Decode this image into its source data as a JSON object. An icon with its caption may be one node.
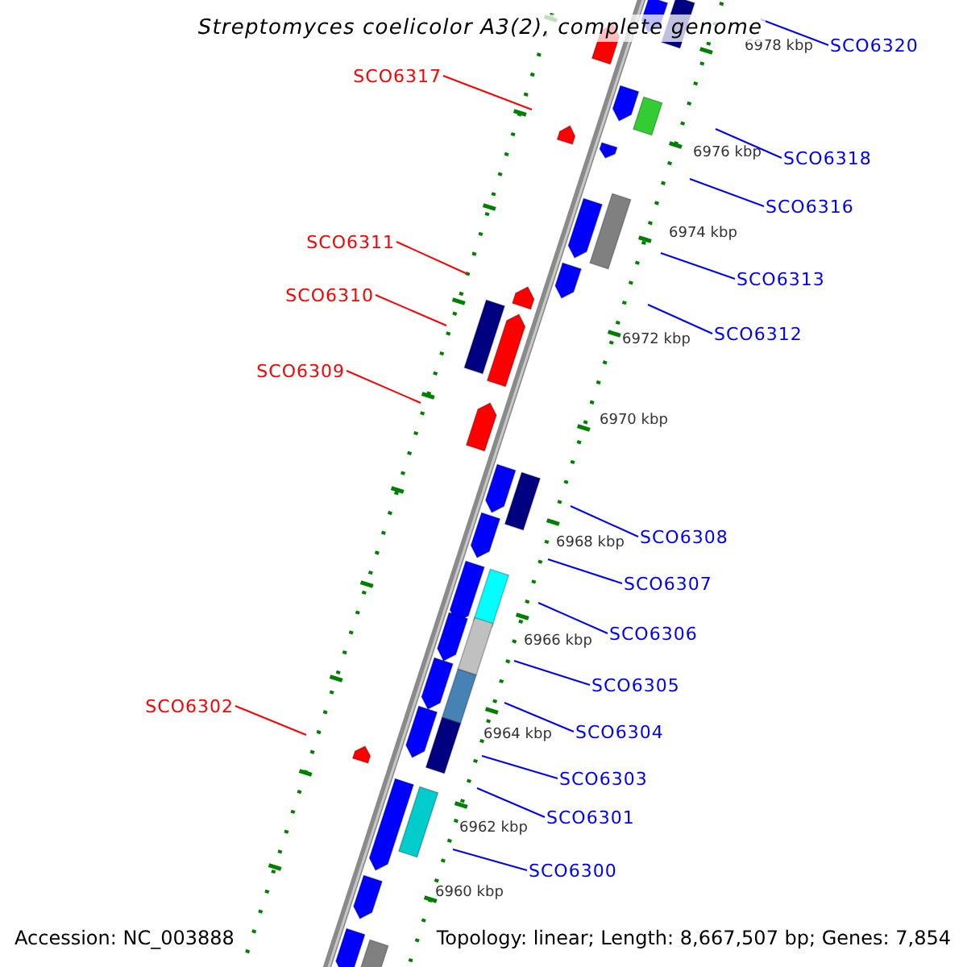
{
  "diagram": {
    "title": "Streptomyces coelicolor A3(2), complete genome",
    "nodes": [
      {
        "text": [
          "SCO6320"
        ]
      },
      {
        "text": [
          "SCO6317"
        ]
      },
      {
        "text": [
          "SCO6318"
        ]
      },
      {
        "text": [
          "SCO6316"
        ]
      },
      {
        "text": [
          "SCO6311"
        ]
      },
      {
        "text": [
          "SCO6313"
        ]
      },
      {
        "text": [
          "SCO6310"
        ]
      },
      {
        "text": [
          "SCO6312"
        ]
      },
      {
        "text": [
          "SCO6309"
        ]
      },
      {
        "text": [
          "SCO6308"
        ]
      },
      {
        "text": [
          "SCO6307"
        ]
      },
      {
        "text": [
          "SCO6306"
        ]
      },
      {
        "text": [
          "SCO6305"
        ]
      },
      {
        "text": [
          "SCO6304"
        ]
      },
      {
        "text": [
          "SCO6302"
        ]
      },
      {
        "text": [
          "SCO6303"
        ]
      },
      {
        "text": [
          "SCO6301"
        ]
      },
      {
        "text": [
          "SCO6300"
        ]
      }
    ],
    "edges": [
      {
        "from": 0,
        "to": null,
        "arrow": "none"
      },
      {
        "from": 1,
        "to": null,
        "arrow": "none",
        "color": "#ff0000"
      },
      {
        "from": 2,
        "to": null,
        "arrow": "none"
      },
      {
        "from": 3,
        "to": null,
        "arrow": "none"
      },
      {
        "from": 4,
        "to": null,
        "arrow": "none",
        "color": "#ff0000"
      },
      {
        "from": 5,
        "to": null,
        "arrow": "none"
      },
      {
        "from": 6,
        "to": null,
        "arrow": "none",
        "color": "#ff0000"
      },
      {
        "from": 7,
        "to": null,
        "arrow": "none"
      },
      {
        "from": 8,
        "to": null,
        "arrow": "none",
        "color": "#ff0000"
      },
      {
        "from": 9,
        "to": null,
        "arrow": "none"
      },
      {
        "from": 10,
        "to": null,
        "arrow": "none"
      },
      {
        "from": 11,
        "to": null,
        "arrow": "none"
      },
      {
        "from": 12,
        "to": null,
        "arrow": "none"
      },
      {
        "from": 13,
        "to": null,
        "arrow": "none"
      },
      {
        "from": 14,
        "to": null,
        "arrow": "none",
        "color": "#ff0000"
      },
      {
        "from": 15,
        "to": null,
        "arrow": "none"
      },
      {
        "from": 16,
        "to": null,
        "arrow": "none"
      },
      {
        "from": 17,
        "to": null,
        "arrow": "none"
      }
    ],
    "labels": [
      "6978 kbp",
      "6976 kbp",
      "6974 kbp",
      "6972 kbp",
      "6970 kbp",
      "6968 kbp",
      "6966 kbp",
      "6964 kbp",
      "6962 kbp",
      "6960 kbp",
      "Accession: NC_003888",
      "Topology: linear; Length: 8,667,507 bp; Genes: 7,854"
    ]
  }
}
